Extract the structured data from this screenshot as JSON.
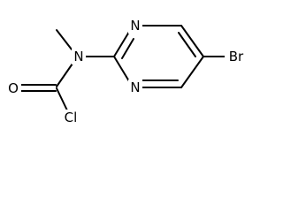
{
  "molecule": {
    "atoms": {
      "n_amide": "N",
      "n_ring_top": "N",
      "n_ring_bottom": "N",
      "oxygen": "O",
      "chlorine": "Cl",
      "bromine": "Br"
    }
  },
  "colors": {
    "ink": "#000000",
    "background": "#ffffff"
  }
}
